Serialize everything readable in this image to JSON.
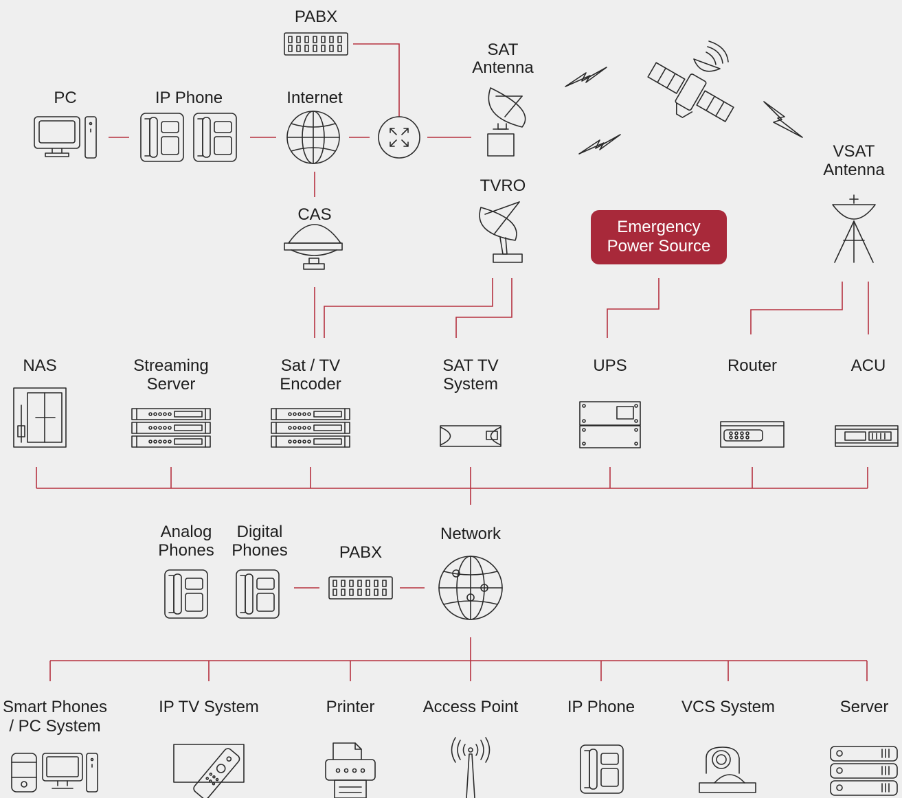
{
  "colors": {
    "background": "#efefef",
    "connector": "#b5303f",
    "highlight": "#a8293a",
    "icon": "#2a2a2a",
    "text": "#1e1e1e"
  },
  "top": {
    "pc": "PC",
    "ip_phone": "IP Phone",
    "internet": "Internet",
    "pabx": "PABX",
    "sat_antenna": [
      "SAT",
      "Antenna"
    ],
    "vsat_antenna": [
      "VSAT",
      "Antenna"
    ],
    "tvro": "TVRO",
    "cas": "CAS",
    "emergency_power": [
      "Emergency",
      "Power Source"
    ]
  },
  "equipment": {
    "nas": "NAS",
    "streaming_server": [
      "Streaming",
      "Server"
    ],
    "sat_tv_encoder": [
      "Sat / TV",
      "Encoder"
    ],
    "sat_tv_system": [
      "SAT TV",
      "System"
    ],
    "ups": "UPS",
    "router": "Router",
    "acu": "ACU"
  },
  "telephony": {
    "analog_phones": [
      "Analog",
      "Phones"
    ],
    "digital_phones": [
      "Digital",
      "Phones"
    ],
    "pabx": "PABX",
    "network": "Network"
  },
  "endpoints": {
    "smart_phones": [
      "Smart Phones",
      "/ PC System"
    ],
    "ip_tv_system": "IP TV System",
    "printer": "Printer",
    "access_point": "Access Point",
    "ip_phone": "IP Phone",
    "vcs_system": "VCS System",
    "server": "Server"
  }
}
